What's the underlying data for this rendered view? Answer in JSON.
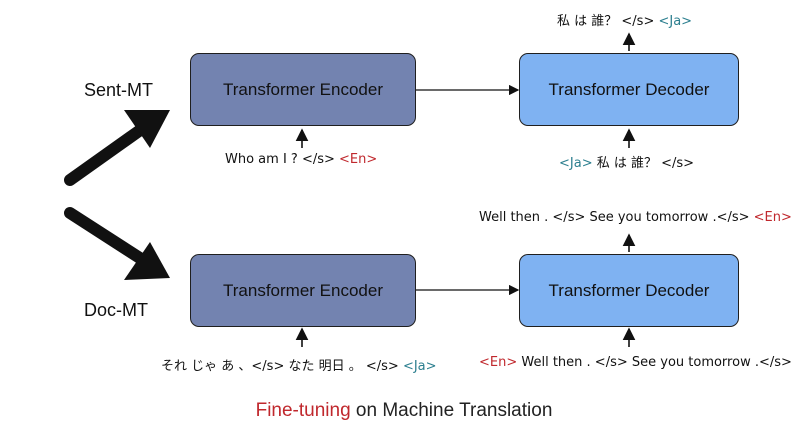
{
  "labels": {
    "sent_mt": "Sent-MT",
    "doc_mt": "Doc-MT"
  },
  "sent": {
    "encoder": "Transformer Encoder",
    "decoder": "Transformer Decoder",
    "enc_input_text": "Who am I ? </s> ",
    "enc_input_tag": "<En>",
    "dec_input_tag": "<Ja>",
    "dec_input_text": " 私 は 誰？ </s>",
    "dec_output_text": "私 は 誰？ </s> ",
    "dec_output_tag": "<Ja>"
  },
  "doc": {
    "encoder": "Transformer Encoder",
    "decoder": "Transformer Decoder",
    "enc_input_text": "それ じゃ あ 、</s> なた 明日 。 </s> ",
    "enc_input_tag": "<Ja>",
    "dec_input_tag": "<En>",
    "dec_input_text": " Well then . </s> See you tomorrow .</s>",
    "dec_output_text": "Well then . </s> See you tomorrow .</s> ",
    "dec_output_tag": "<En>"
  },
  "caption": {
    "highlight": "Fine-tuning",
    "rest": " on Machine Translation"
  },
  "colors": {
    "encoder_fill": "#7383b0",
    "decoder_fill": "#7fb2f2",
    "tag_red": "#c0282d",
    "tag_teal": "#2c7f8f"
  }
}
